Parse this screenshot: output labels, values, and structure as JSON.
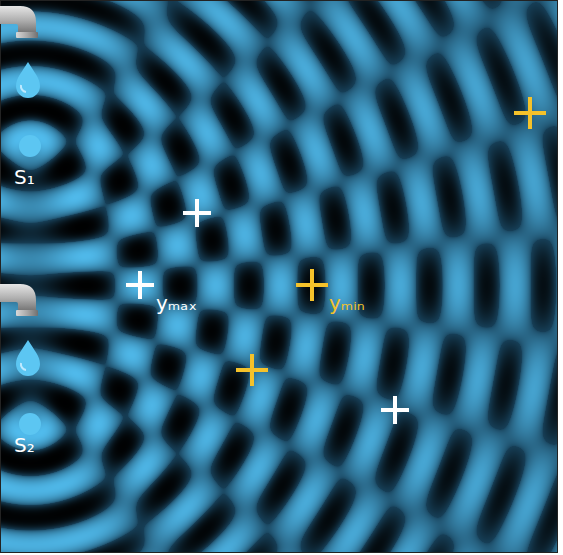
{
  "diagram": {
    "labels": [
      "S₁",
      "S₂",
      "yₘₐₓ",
      "yₘᵢₙ"
    ]
  }
}
